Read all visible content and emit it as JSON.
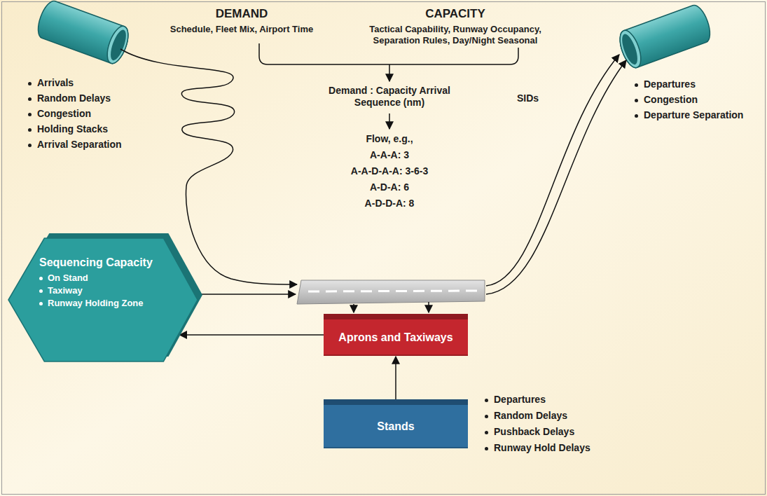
{
  "diagram": {
    "nodes": [
      {
        "text": [
          "Sequencing Capacity",
          "On Stand",
          "Taxiway",
          "Runway Holding Zone"
        ]
      },
      {
        "text": [
          "Aprons and Taxiways"
        ]
      },
      {
        "text": [
          "Stands"
        ]
      }
    ],
    "edges": [
      {
        "from": 2,
        "to": 1,
        "arrow": "to"
      },
      {
        "from": 1,
        "to": 0,
        "arrow": "to"
      }
    ],
    "labels": [
      "DEMAND",
      "Schedule, Fleet Mix, Airport Time",
      "CAPACITY",
      "Tactical Capability, Runway Occupancy, Separation Rules, Day/Night Seasonal",
      "Demand : Capacity Arrival Sequence (nm)",
      "Flow, e.g.,",
      "A-A-A: 3",
      "A-A-D-A-A: 3-6-3",
      "A-D-A: 6",
      "A-D-D-A: 8",
      "SIDs",
      "Arrivals",
      "Random Delays",
      "Congestion",
      "Holding Stacks",
      "Arrival Separation",
      "Departures",
      "Congestion",
      "Departure Separation",
      "Departures",
      "Random Delays",
      "Pushback Delays",
      "Runway Hold Delays"
    ]
  }
}
